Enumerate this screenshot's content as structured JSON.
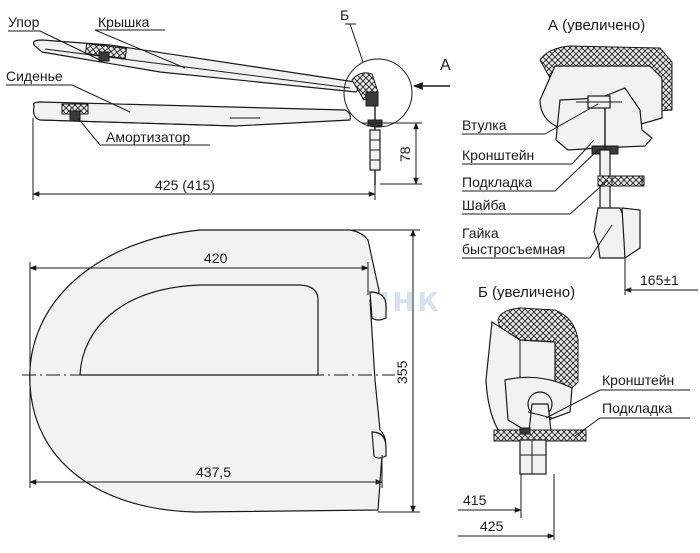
{
  "labels": {
    "stop": "Упор",
    "lid": "Крышка",
    "b_marker": "Б",
    "a_marker": "А",
    "seat": "Сиденье",
    "shock_absorber": "Амортизатор",
    "bushing": "Втулка",
    "bracket": "Кронштейн",
    "gasket": "Подкладка",
    "washer": "Шайба",
    "quick_nut_line1": "Гайка",
    "quick_nut_line2": "быстросъемная",
    "bracket_b": "Кронштейн",
    "gasket_b": "Подкладка"
  },
  "headings": {
    "view_a": "А (увеличено)",
    "view_b": "Б (увеличено)"
  },
  "dimensions": {
    "side_height": "78",
    "side_length": "425 (415)",
    "inner_width": "420",
    "depth": "355",
    "outer_width": "437,5",
    "detail_a_offset": "165±1",
    "detail_b_415": "415",
    "detail_b_425": "425"
  },
  "watermark": "АКВАЛИНК",
  "colors": {
    "line": "#1a1a1a",
    "fill_light": "#f2f2f2",
    "fill_dark": "#3a3a3a",
    "watermark": "#d6e2ec"
  }
}
